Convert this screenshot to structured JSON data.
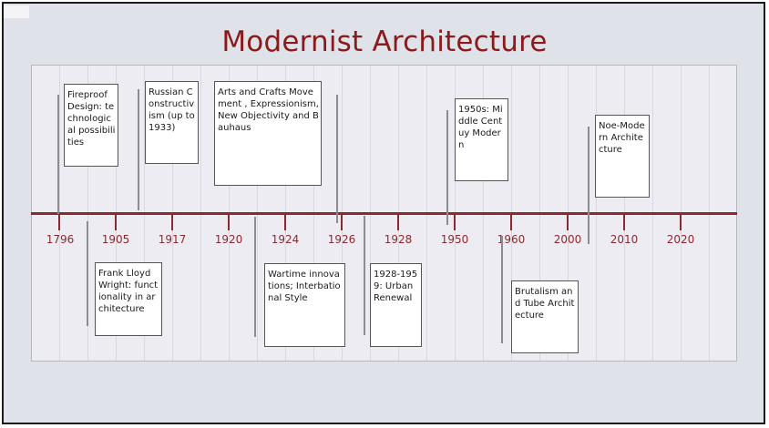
{
  "title": "Modernist Architecture",
  "years": [
    "1796",
    "1905",
    "1917",
    "1920",
    "1924",
    "1926",
    "1928",
    "1950",
    "1960",
    "2000",
    "2010",
    "2020"
  ],
  "events": [
    {
      "text": "Fireproof Design: technological possibilities"
    },
    {
      "text": "Russian Constructivism (up to 1933)"
    },
    {
      "text": "Arts and Crafts Movement , Expressionism, New Objectivity and Bauhaus"
    },
    {
      "text": "1950s: Middle Centuy Modern"
    },
    {
      "text": "Noe-Modern Architecture"
    },
    {
      "text": "Frank Lloyd Wright: functionality in architecture"
    },
    {
      "text": "Wartime innovations; Interbational Style"
    },
    {
      "text": "1928-1959: Urban Renewal"
    },
    {
      "text": "Brutalism and Tube Architecture"
    }
  ],
  "colors": {
    "accent": "#8b2a2e",
    "background": "#e0e2ea",
    "plot": "#ececf2"
  }
}
